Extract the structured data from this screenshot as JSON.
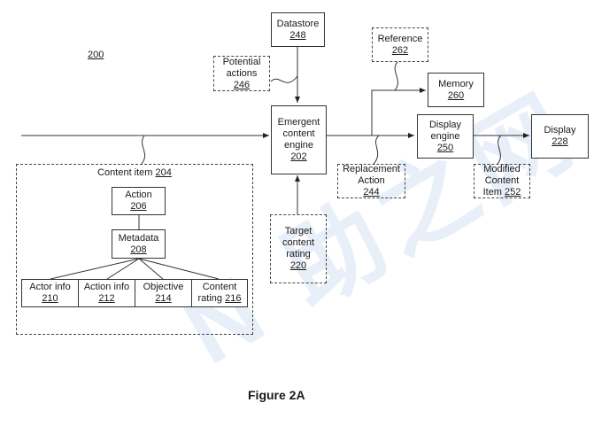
{
  "figure": {
    "reference_number": "200",
    "caption": "Figure 2A"
  },
  "nodes": {
    "datastore": {
      "label": "Datastore",
      "num": "248"
    },
    "potential_actions": {
      "label1": "Potential",
      "label2": "actions",
      "num": "246"
    },
    "emergent_engine": {
      "label1": "Emergent",
      "label2": "content",
      "label3": "engine",
      "num": "202"
    },
    "reference": {
      "label": "Reference",
      "num": "262"
    },
    "memory": {
      "label": "Memory",
      "num": "260"
    },
    "display_engine": {
      "label1": "Display",
      "label2": "engine",
      "num": "250"
    },
    "display": {
      "label": "Display",
      "num": "228"
    },
    "replacement_action": {
      "label1": "Replacement",
      "label2": "Action",
      "num": "244"
    },
    "modified_content_item": {
      "label1": "Modified",
      "label2": "Content",
      "label3": "Item",
      "num": "252"
    },
    "target_content_rating": {
      "label1": "Target",
      "label2": "content",
      "label3": "rating",
      "num": "220"
    },
    "content_item": {
      "label": "Content item",
      "num": "204"
    },
    "action": {
      "label": "Action",
      "num": "206"
    },
    "metadata": {
      "label": "Metadata",
      "num": "208"
    },
    "actor_info": {
      "label": "Actor info",
      "num": "210"
    },
    "action_info": {
      "label": "Action info",
      "num": "212"
    },
    "objective": {
      "label": "Objective",
      "num": "214"
    },
    "content_rating": {
      "label1": "Content",
      "label2": "rating",
      "num": "216"
    }
  },
  "watermark": {
    "text": "N 助之网"
  }
}
